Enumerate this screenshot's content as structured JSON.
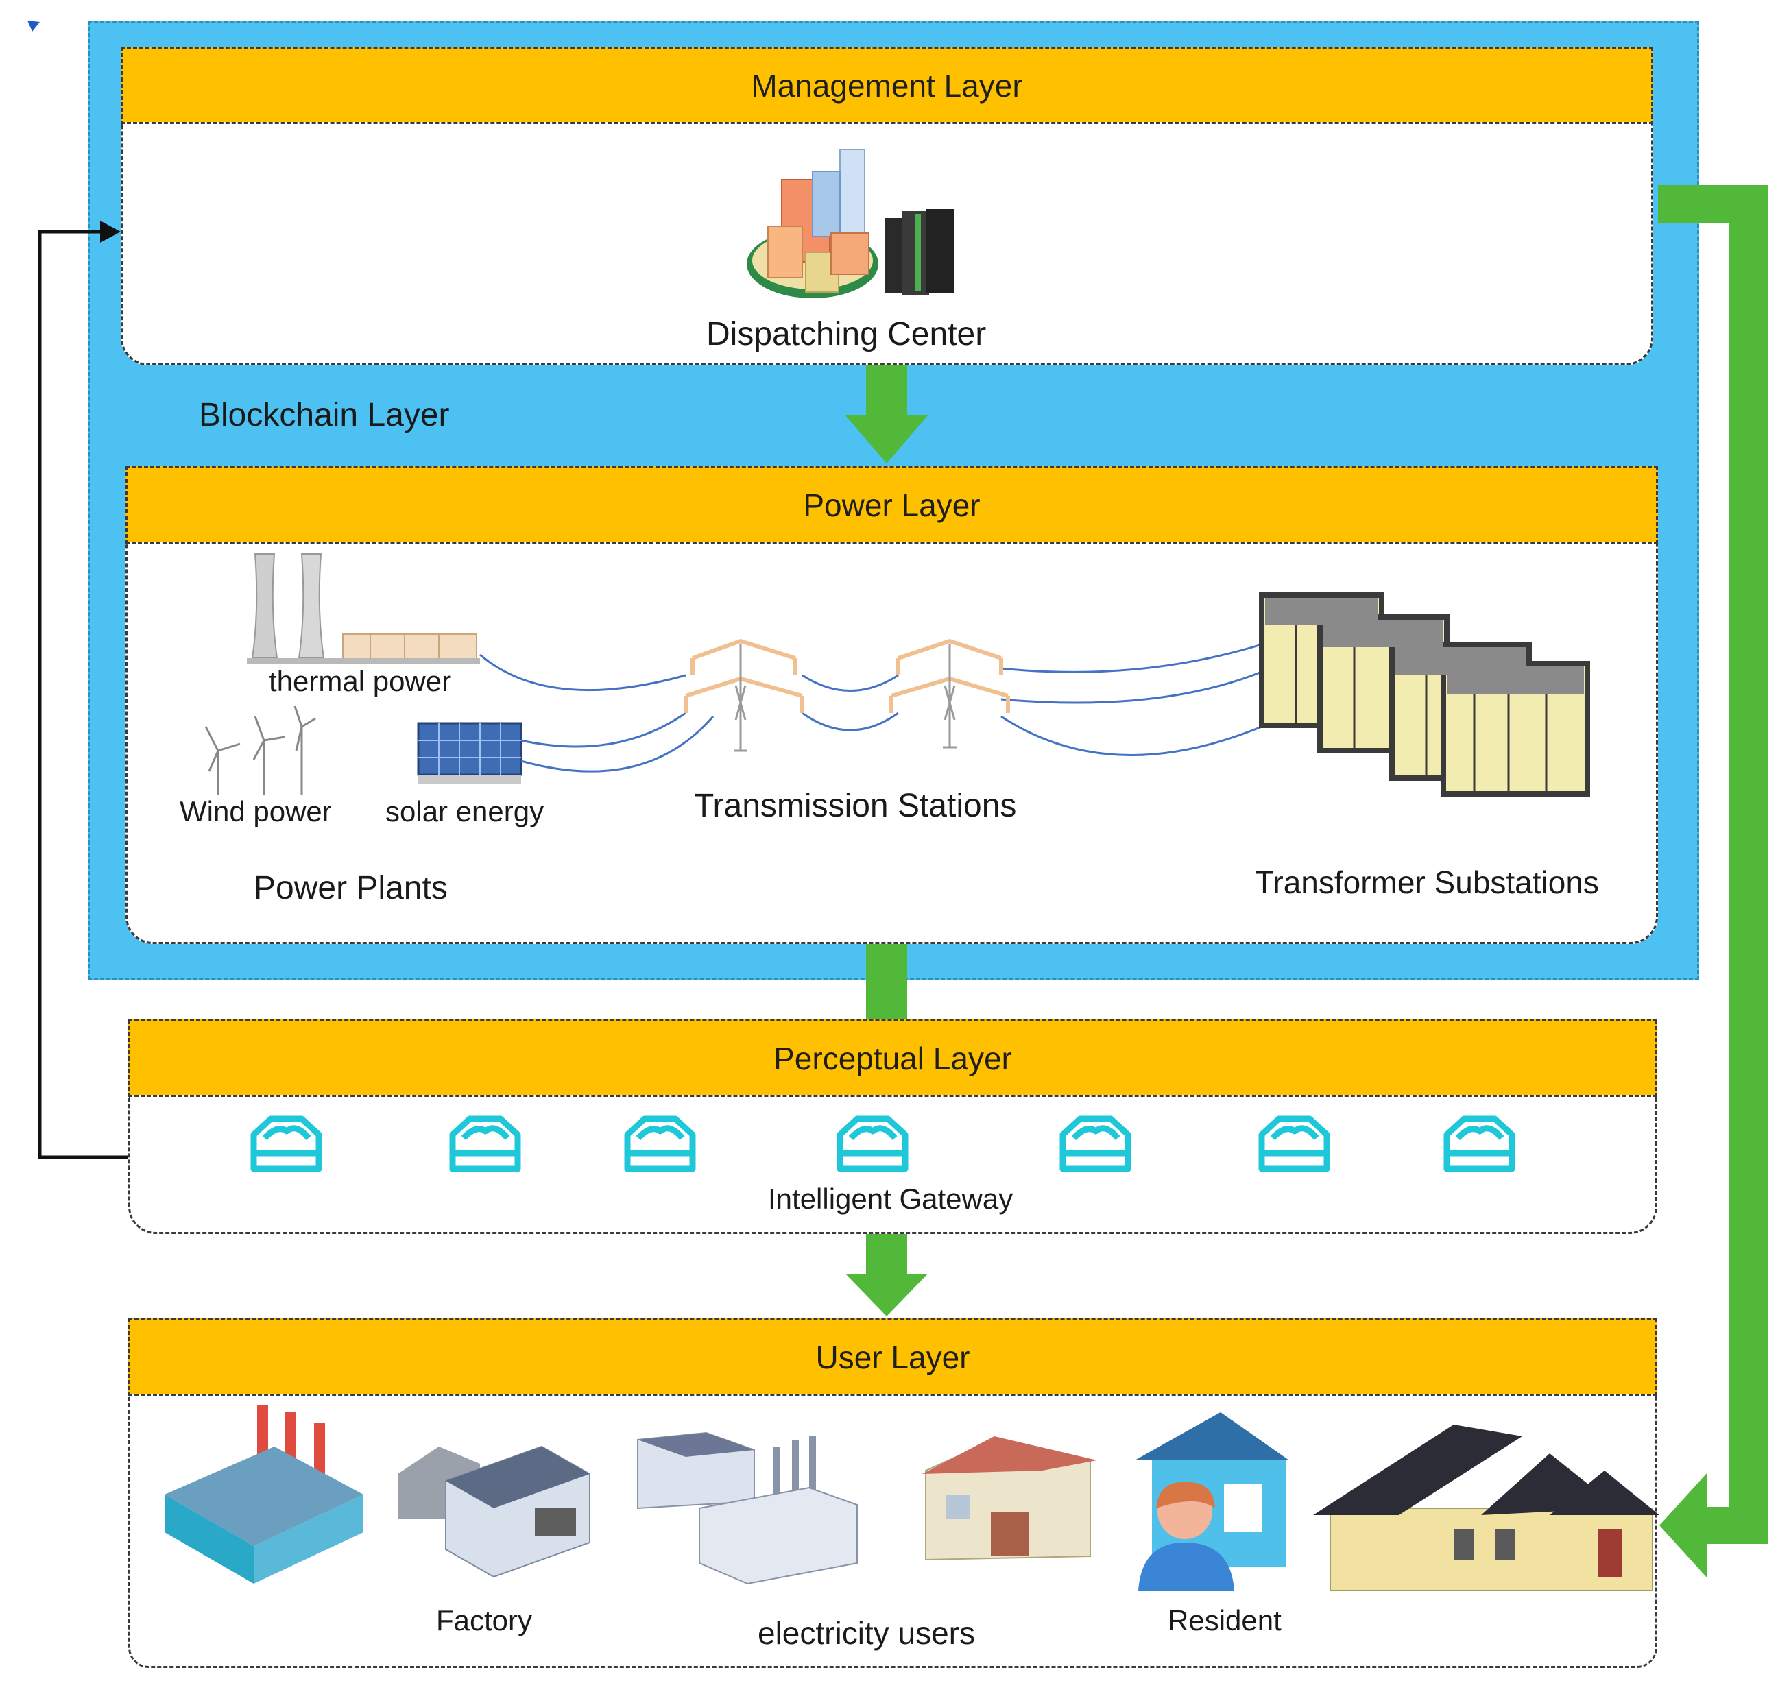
{
  "layers": {
    "management": "Management Layer",
    "blockchain": "Blockchain Layer",
    "power": "Power Layer",
    "perceptual": "Perceptual Layer",
    "user": "User Layer"
  },
  "management": {
    "dispatching_center": "Dispatching Center"
  },
  "power": {
    "thermal": "thermal power",
    "wind": "Wind power",
    "solar": "solar energy",
    "transmission": "Transmission Stations",
    "plants": "Power Plants",
    "substations": "Transformer Substations"
  },
  "perceptual": {
    "gateway": "Intelligent Gateway"
  },
  "user": {
    "factory": "Factory",
    "electricity_users": "electricity users",
    "resident": "Resident"
  },
  "colors": {
    "blockchain_blue": "#4cc1f2",
    "header_orange": "#ffc000",
    "arrow_green": "#52b83a",
    "gateway_cyan": "#1ec8d8"
  }
}
